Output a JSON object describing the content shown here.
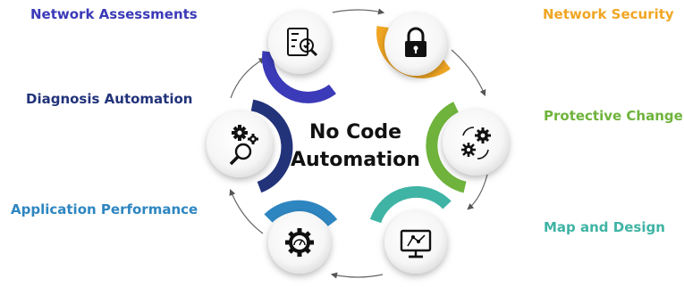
{
  "center": {
    "line1": "No Code",
    "line2": "Automation"
  },
  "steps": [
    {
      "label": "Network Assessments",
      "color": "#3b3ab8",
      "icon": "checklist-magnifier-icon"
    },
    {
      "label": "Network Security",
      "color": "#f0a623",
      "icon": "lock-icon"
    },
    {
      "label": "Protective Change",
      "color": "#6fb33c",
      "icon": "gears-cycle-icon"
    },
    {
      "label": "Map and Design",
      "color": "#3fb4a5",
      "icon": "monitor-diagram-icon"
    },
    {
      "label": "Application Performance",
      "color": "#2e86c1",
      "icon": "gear-gauge-icon"
    },
    {
      "label": "Diagnosis Automation",
      "color": "#22337a",
      "icon": "gears-magnifier-icon"
    }
  ]
}
